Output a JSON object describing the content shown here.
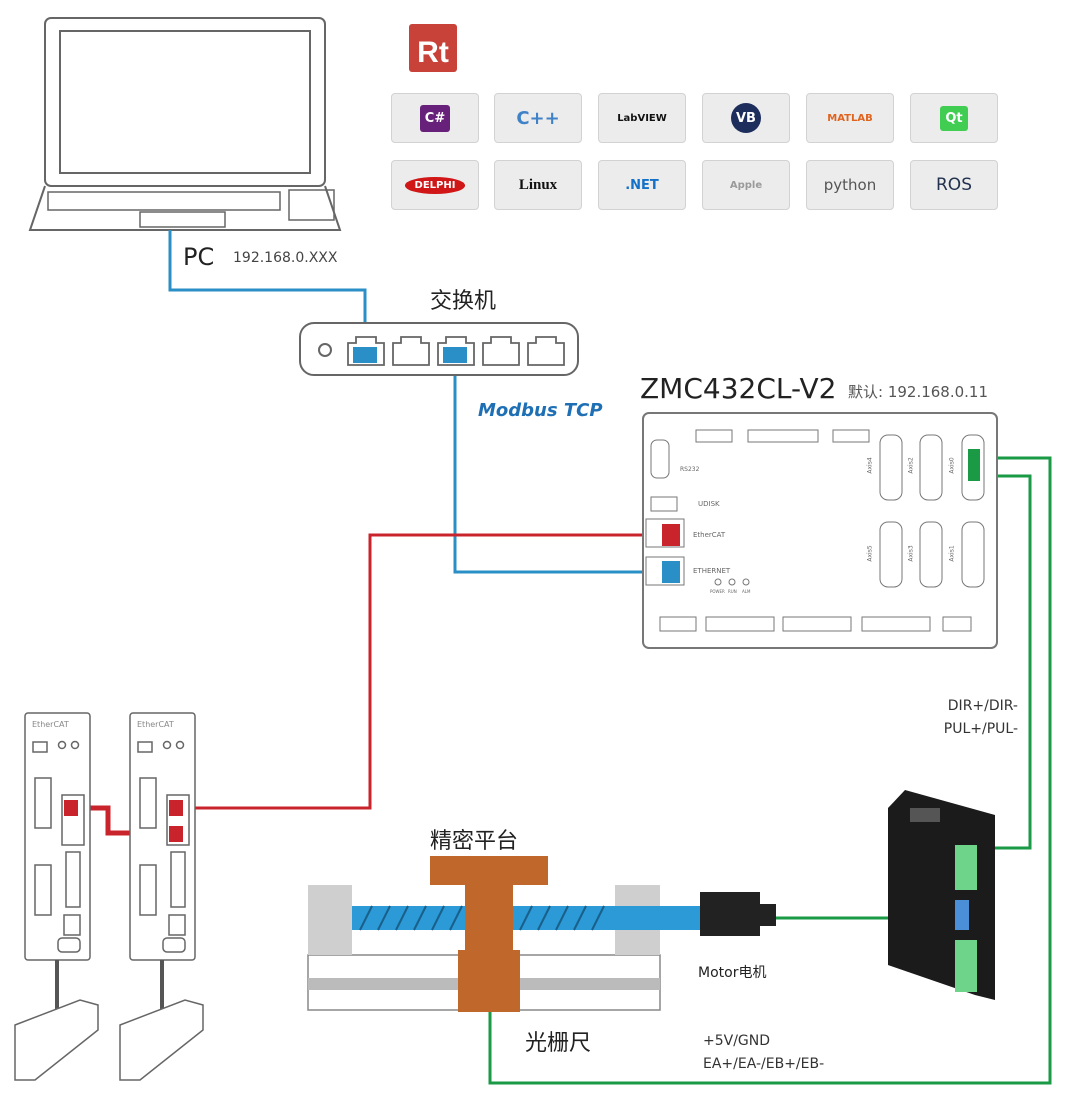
{
  "pc": {
    "label": "PC",
    "ip": "192.168.0.XXX"
  },
  "switch": {
    "label": "交换机"
  },
  "protocol": {
    "name": "Modbus TCP"
  },
  "controller": {
    "model": "ZMC432CL-V2",
    "default_ip": "默认: 192.168.0.11",
    "ports": {
      "rs232": "RS232",
      "udisk": "UDISK",
      "ethercat": "EtherCAT",
      "ethernet": "ETHERNET"
    },
    "leds": [
      "POWER",
      "RUN",
      "ALM"
    ],
    "axes": [
      "Axis4",
      "Axis2",
      "Axis0",
      "Axis5",
      "Axis3",
      "Axis1"
    ]
  },
  "software": [
    {
      "name": "C#",
      "color": "#68217a"
    },
    {
      "name": "C++",
      "color": "#3f82c8"
    },
    {
      "name": "LabVIEW",
      "color": "#111111"
    },
    {
      "name": "VB",
      "color": "#1e2e5c"
    },
    {
      "name": "MATLAB",
      "color": "#e0641f"
    },
    {
      "name": "Qt",
      "color": "#41cd52"
    },
    {
      "name": "DELPHI",
      "color": "#d01616"
    },
    {
      "name": "Linux",
      "color": "#111111"
    },
    {
      "name": ".NET",
      "color": "#1470c8"
    },
    {
      "name": "Apple",
      "color": "#9a9a9a"
    },
    {
      "name": "python",
      "color": "#3a6f9e"
    },
    {
      "name": "ROS",
      "color": "#22314e"
    }
  ],
  "rt_logo": "Rt",
  "servo_drive": {
    "brand": "EtherCAT"
  },
  "stage": {
    "label": "精密平台"
  },
  "motor": {
    "label": "Motor电机"
  },
  "grating": {
    "label": "光栅尺"
  },
  "signals": {
    "dir": "DIR+/DIR-",
    "pul": "PUL+/PUL-",
    "power": "+5V/GND",
    "encoder": "EA+/EA-/EB+/EB-"
  },
  "colors": {
    "ethernet": "#2b8fc7",
    "ethercat": "#c9242b",
    "pulse": "#1a9a45",
    "stage": "#c0672b"
  }
}
